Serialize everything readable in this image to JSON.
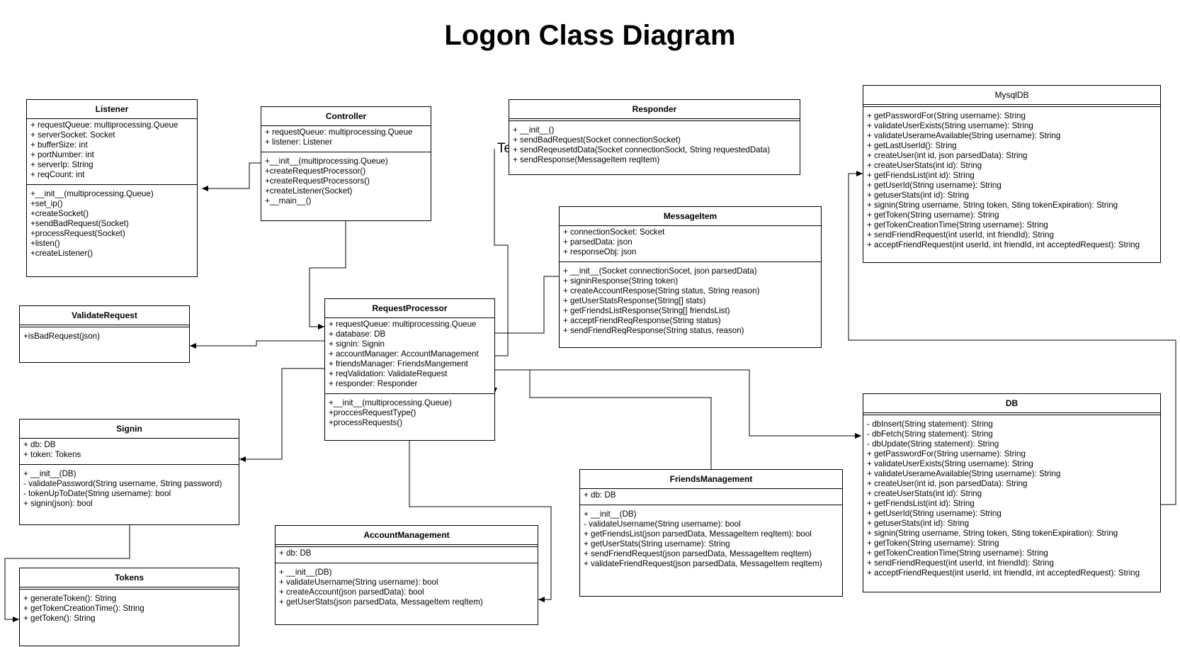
{
  "diagram": {
    "title": "Logon Class Diagram",
    "stray_label": "Text"
  },
  "classes": {
    "listener": {
      "name": "Listener",
      "attributes": [
        "+ requestQueue: multiprocessing.Queue",
        "+ serverSocket: Socket",
        "+ bufferSize: int",
        "+ portNumber: int",
        "+ serverIp: String",
        "+ reqCount: int"
      ],
      "operations": [
        "+__init__(multiprocessing.Queue)",
        "+set_ip()",
        "+createSocket()",
        "+sendBadRequest(Socket)",
        "+processRequest(Socket)",
        "+listen()",
        "+createListener()"
      ]
    },
    "controller": {
      "name": "Controller",
      "attributes": [
        "+ requestQueue: multiprocessing.Queue",
        "+ listener: Listener"
      ],
      "operations": [
        "+__init__(multiprocessing.Queue)",
        "+createRequestProcessor()",
        "+createRequestProcessors()",
        "+createListener(Socket)",
        "+__main__()"
      ]
    },
    "responder": {
      "name": "Responder",
      "attributes": [],
      "operations": [
        "+ __init__()",
        "+ sendBadRequest(Socket connectionSocket)",
        "+ sendReqeusetdData(Socket connectionSockt, String requestedData)",
        "+ sendResponse(MessageItem reqItem)"
      ]
    },
    "mysqldb": {
      "name": "MysqlDB",
      "attributes": [],
      "operations": [
        "+ getPasswordFor(String username): String",
        "+ validateUserExists(String username): String",
        "+ validateUserameAvailable(String username): String",
        "+ getLastUserId(): String",
        "+ createUser(int id, json parsedData): String",
        "+ createUserStats(int id): String",
        "+ getFriendsList(int id): String",
        "+ getUserId(String username): String",
        "+ getuserStats(int id): String",
        "+ signin(String username, String token, Sting tokenExpiration): String",
        "+ getToken(String username): String",
        "+ getTokenCreationTime(String username): String",
        "+ sendFriendRequest(int userId, int friendId): String",
        "+ acceptFriendRequest(int userId, int friendId, int acceptedRequest): String"
      ]
    },
    "messageitem": {
      "name": "MessageItem",
      "attributes": [
        "+ connectionSocket: Socket",
        "+ parsedData: json",
        "+ responseObj: json"
      ],
      "operations": [
        "+ __init__(Socket connectionSocet, json parsedData)",
        "+ signinResponse(String token)",
        "+ createAccountRespose(String status, String reason)",
        "+ getUserStatsResponse(String[] stats)",
        "+ getFriendsListResponse(String[] friendsList)",
        "+ acceptFriendReqResponse(String status)",
        "+ sendFriendReqResponse(String status, reason)"
      ]
    },
    "validaterequest": {
      "name": "ValidateRequest",
      "attributes": [],
      "operations": [
        "+isBadRequest(json)"
      ]
    },
    "requestprocessor": {
      "name": "RequestProcessor",
      "attributes": [
        "+ requestQueue: multiprocessing.Queue",
        "+ database: DB",
        "+ signin: Signin",
        "+ accountManager: AccountManagement",
        "+ friendsManager: FriendsMangement",
        "+ reqValidation: ValidateRequest",
        "+ responder: Responder"
      ],
      "operations": [
        "+__init__(multiprocessing.Queue)",
        "+proccesRequestType()",
        "+processRequests()"
      ]
    },
    "db": {
      "name": "DB",
      "attributes": [],
      "operations": [
        "- dbInsert(String statement): String",
        "- dbFetch(String statement): String",
        "- dbUpdate(String statement): String",
        "+ getPasswordFor(String username): String",
        "+ validateUserExists(String username): String",
        "+ validateUserameAvailable(String username): String",
        "+ createUser(int id, json parsedData): String",
        "+ createUserStats(int id): String",
        "+ getFriendsList(int id): String",
        "+ getUserId(String username): String",
        "+ getuserStats(int id): String",
        "+ signin(String username, String token, Sting tokenExpiration): String",
        "+ getToken(String username): String",
        "+ getTokenCreationTime(String username): String",
        "+ sendFriendRequest(int userId, int friendId): String",
        "+ acceptFriendRequest(int userId, int friendId, int acceptedRequest): String"
      ]
    },
    "signin": {
      "name": "Signin",
      "attributes": [
        "+ db: DB",
        "+ token: Tokens"
      ],
      "operations": [
        "+ __init__(DB)",
        "- validatePassword(String username, String password)",
        "- tokenUpToDate(String username): bool",
        "+ signin(json): bool"
      ]
    },
    "friendsmanagement": {
      "name": "FriendsManagement",
      "attributes": [
        "+ db: DB"
      ],
      "operations": [
        "+ __init__(DB)",
        "- validateUsername(String username): bool",
        "+ getFriendsList(json parsedData, MessageItem reqItem): bool",
        "+ getUserStats(String username): String",
        "+ sendFriendRequest(json parsedData, MessageItem reqItem)",
        "+ validateFriendRequest(json parsedData, MessageItem reqItem)"
      ]
    },
    "accountmanagement": {
      "name": "AccountManagement",
      "attributes": [
        "+ db: DB"
      ],
      "operations": [
        "+ __init__(DB)",
        "+ validateUsername(String username): bool",
        "+ createAccount(json parsedData): bool",
        "+ getUserStats(json parsedData, MessageItem reqItem)"
      ]
    },
    "tokens": {
      "name": "Tokens",
      "attributes": [],
      "operations": [
        "+ generateToken(): String",
        "+ getTokenCreationTime(): String",
        "+ getToken(): String"
      ]
    }
  }
}
